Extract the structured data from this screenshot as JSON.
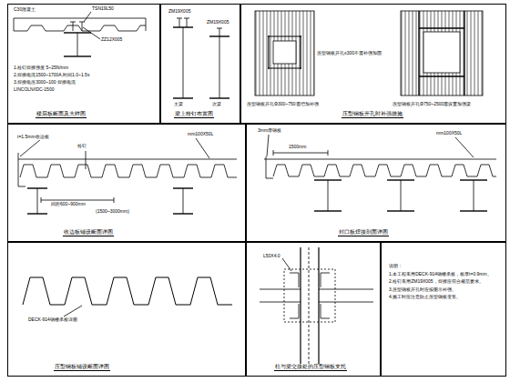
{
  "diagram": {
    "nodes": [
      {
        "text": [
          "楼层板断面及大样图"
        ]
      },
      {
        "text": [
          "梁上栓钉布置图"
        ]
      },
      {
        "text": [
          "压型钢板开孔时补强措施"
        ]
      },
      {
        "text": [
          "收边板铺设断面详图"
        ]
      },
      {
        "text": [
          "封口板焊接剖面详图"
        ]
      },
      {
        "text": [
          "压型钢板铺设断面详图"
        ]
      },
      {
        "text": [
          "柱与梁交接处的压型钢板支托"
        ]
      },
      {
        "text": [
          "说明：",
          "1.本工程采用DECK-914钢楼承板，板厚t=0.9mm。",
          "2.栓钉采用ZM19X005，焊接应符合规范要求。",
          "3.压型钢板开孔时应按图示补强。",
          "4.施工时应注意防止压型钢板变形。"
        ]
      }
    ],
    "edges": [],
    "labels": [
      "C30混凝土",
      "TSN19L50",
      "ZZ12X005",
      "1.栓钉焊接强度 5~25N/mm",
      "2.焊接电流1500~1700A,时间1.0~1.5s",
      "3.焊接电压3000~100 焊接电流",
      "LINCOLN/IDC-1500",
      "ZM19X005",
      "ZM19X005",
      "主梁",
      "次梁",
      "压型钢板开孔≤300不需补强加固",
      "压型钢板开孔Φ300~750需增加补强",
      "压型钢板开孔Φ750~2500需设置加强梁",
      "t=1.5mm收边板",
      "mm100X50L",
      "栓钉",
      "间距600~900mm",
      "(1500~3000mm)",
      "3mm厚钢板",
      "mm100X50L",
      "1500mm",
      "DECK-914钢楼承板详图",
      "L50X4.0"
    ]
  }
}
